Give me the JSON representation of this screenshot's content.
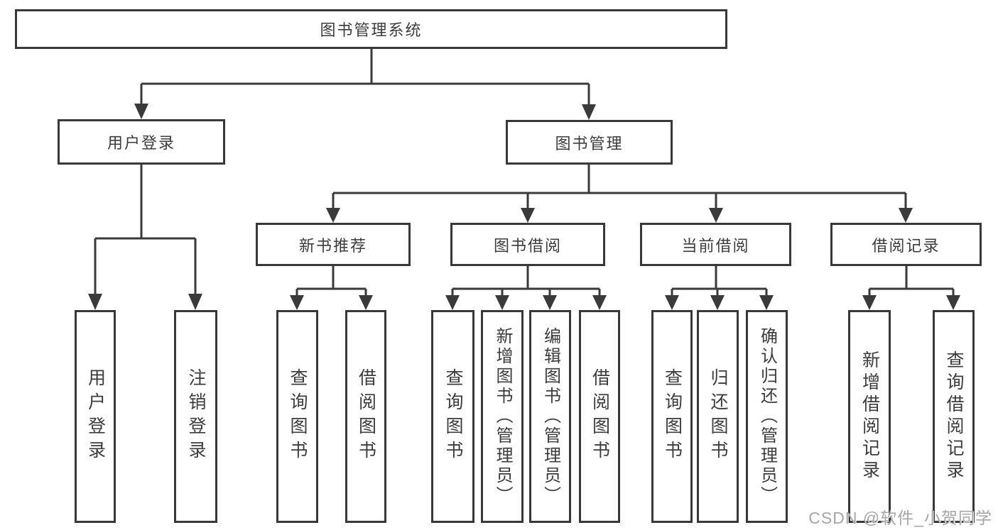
{
  "nodes": {
    "root": "图书管理系统",
    "user_login": "用户登录",
    "book_mgmt": "图书管理",
    "new_books": "新书推荐",
    "book_borrow": "图书借阅",
    "current_borrow": "当前借阅",
    "borrow_records": "借阅记录",
    "leaf_user_login": "用户登录",
    "leaf_logout": "注销登录",
    "nb_query": "查询图书",
    "nb_borrow": "借阅图书",
    "bb_query": "查询图书",
    "bb_add": "新增图书（管理员）",
    "bb_edit": "编辑图书（管理员）",
    "bb_borrow": "借阅图书",
    "cb_query": "查询图书",
    "cb_return": "归还图书",
    "cb_confirm": "确认归还（管理员）",
    "br_add": "新增借阅记录",
    "br_query": "查询借阅记录"
  },
  "hierarchy": [
    {
      "parent": "图书管理系统",
      "children": [
        "用户登录",
        "图书管理"
      ]
    },
    {
      "parent": "用户登录",
      "children": [
        "用户登录",
        "注销登录"
      ]
    },
    {
      "parent": "图书管理",
      "children": [
        "新书推荐",
        "图书借阅",
        "当前借阅",
        "借阅记录"
      ]
    },
    {
      "parent": "新书推荐",
      "children": [
        "查询图书",
        "借阅图书"
      ]
    },
    {
      "parent": "图书借阅",
      "children": [
        "查询图书",
        "新增图书（管理员）",
        "编辑图书（管理员）",
        "借阅图书"
      ]
    },
    {
      "parent": "当前借阅",
      "children": [
        "查询图书",
        "归还图书",
        "确认归还（管理员）"
      ]
    },
    {
      "parent": "借阅记录",
      "children": [
        "新增借阅记录",
        "查询借阅记录"
      ]
    }
  ],
  "watermark": "CSDN @软件_小贺同学",
  "colors": {
    "line": "#3a3a3a",
    "box_border": "#383838",
    "text": "#3c3c3c",
    "background": "#ffffff",
    "watermark": "#a6a6a6"
  }
}
